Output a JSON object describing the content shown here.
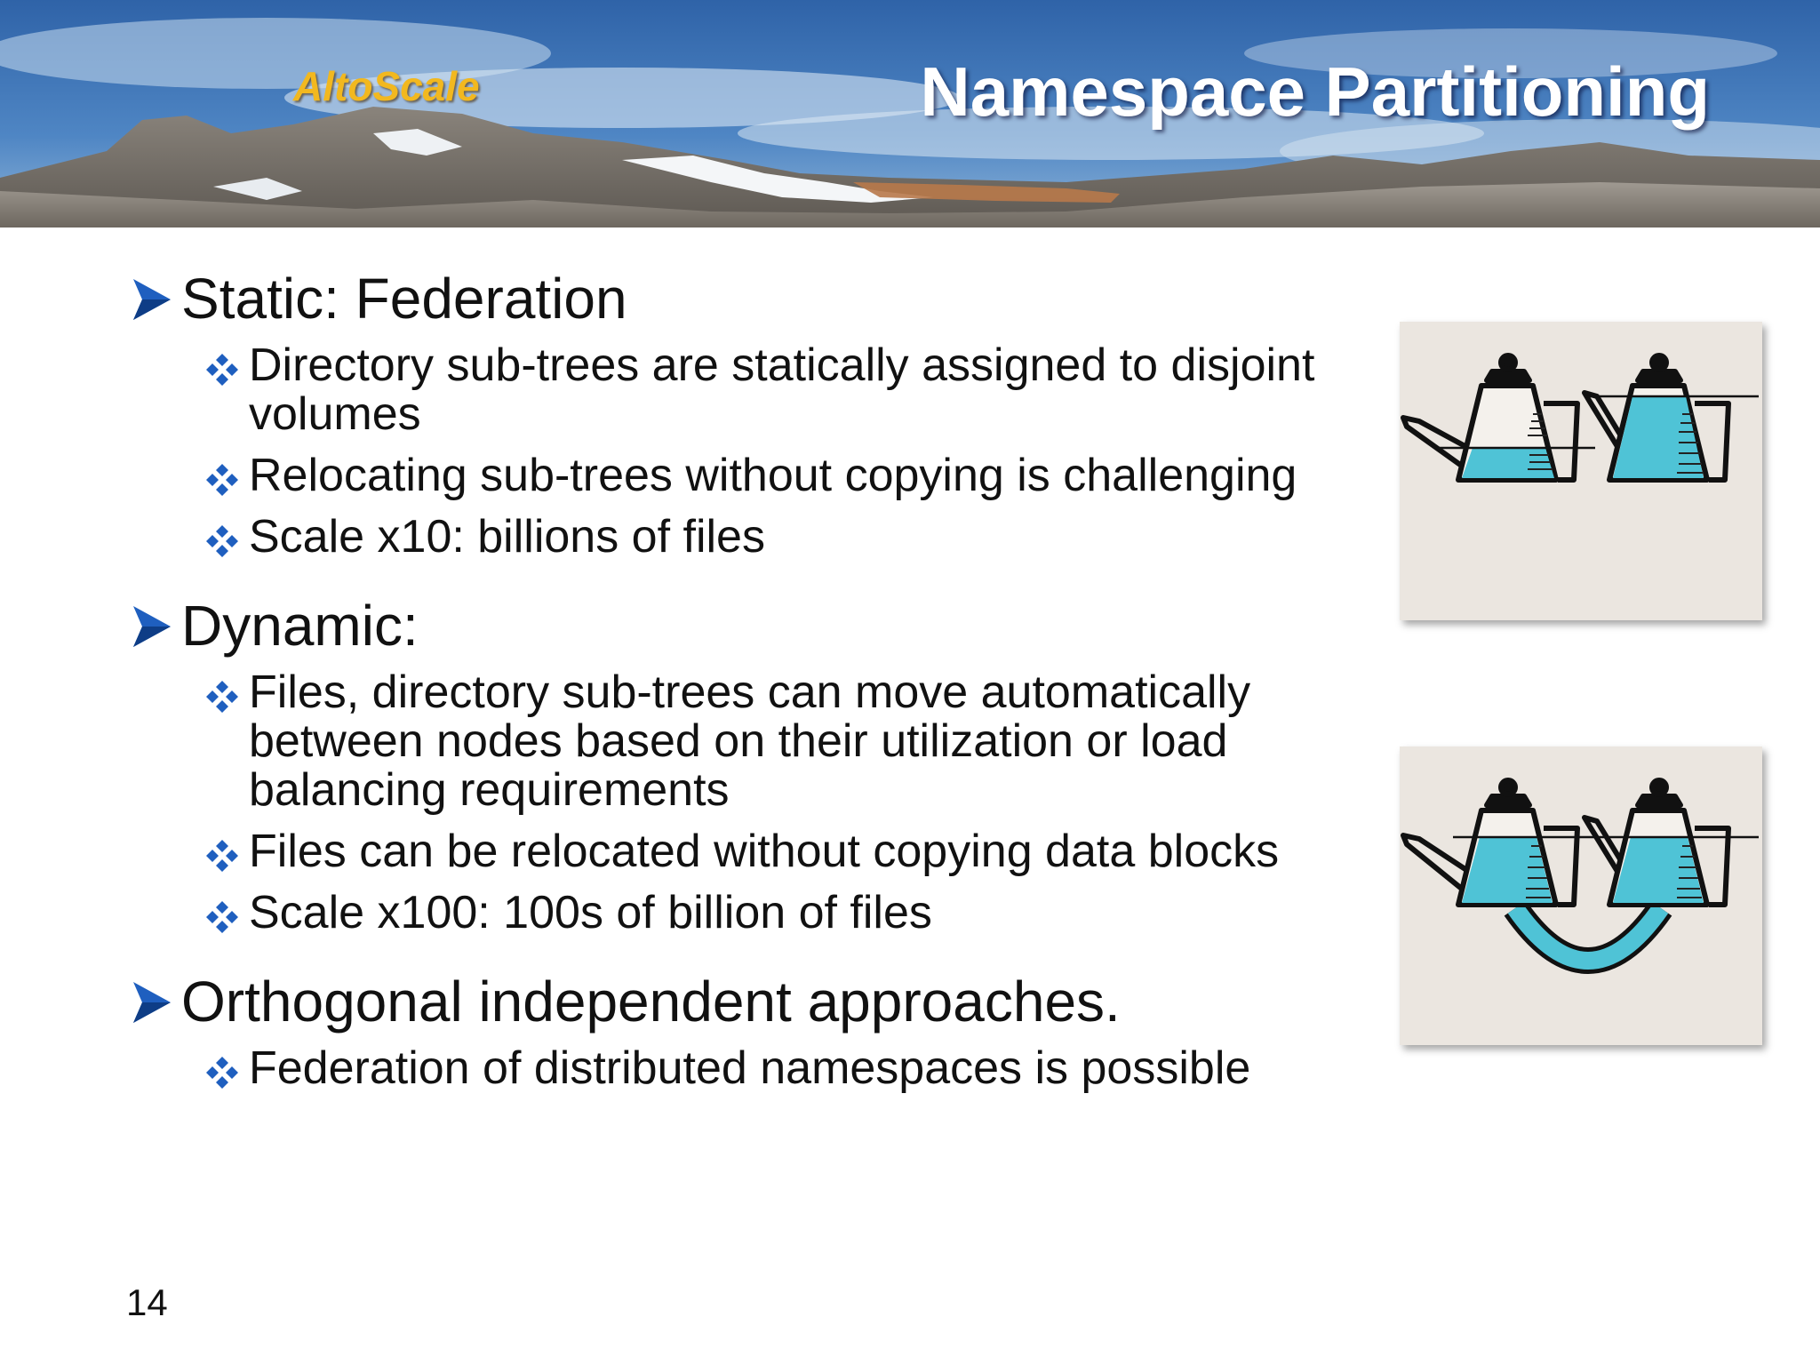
{
  "header": {
    "brand": "AltoScale",
    "title": "Namespace Partitioning"
  },
  "bullets": [
    {
      "text": "Static: Federation",
      "items": [
        "Directory sub-trees are statically assigned to disjoint volumes",
        "Relocating sub-trees without copying is challenging",
        "Scale x10: billions of files"
      ]
    },
    {
      "text": "Dynamic:",
      "items": [
        "Files, directory sub-trees can move automatically between nodes based on their utilization or load balancing requirements",
        "Files can be relocated without copying data blocks",
        "Scale x100: 100s of billion of files"
      ]
    },
    {
      "text": "Orthogonal independent approaches.",
      "items": [
        "Federation of distributed namespaces is possible"
      ]
    }
  ],
  "pictures": [
    {
      "icon": "teapots-unconnected-icon"
    },
    {
      "icon": "teapots-connected-icon"
    }
  ],
  "slide_number": "14",
  "colors": {
    "bullet_blue": "#1f5fbf",
    "brand_gold": "#f2b81f",
    "water_cyan": "#4fc3d6"
  }
}
